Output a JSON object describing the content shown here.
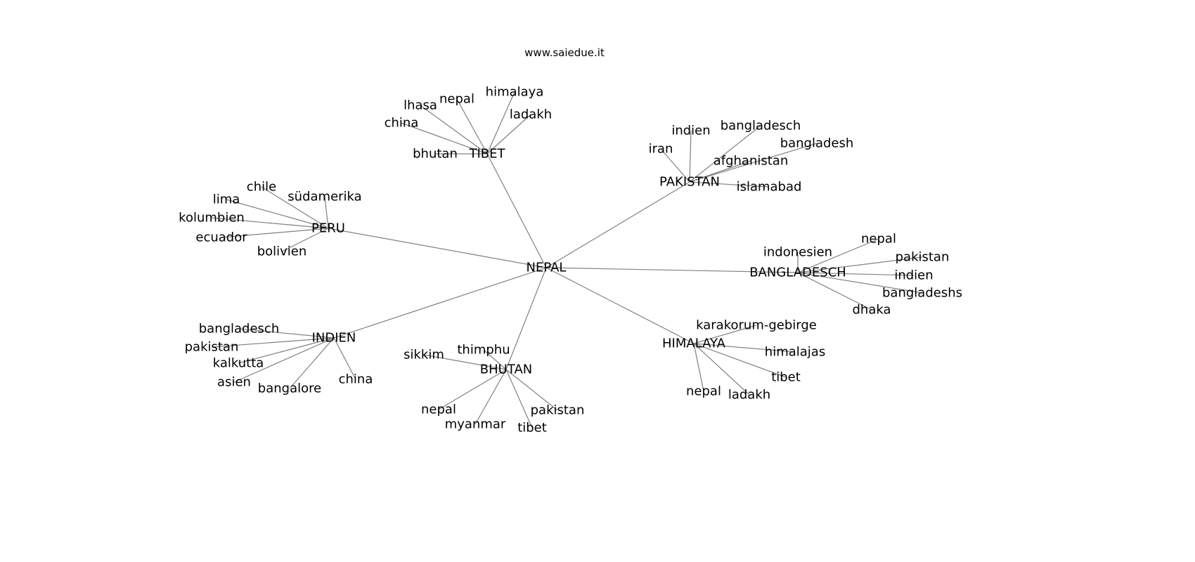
{
  "title": "www.saiedue.it",
  "hub": "NEPAL",
  "groups": [
    {
      "label": "TIBET",
      "children": [
        "lhasa",
        "nepal",
        "himalaya",
        "ladakh",
        "china",
        "bhutan"
      ]
    },
    {
      "label": "PAKISTAN",
      "children": [
        "iran",
        "indien",
        "bangladesch",
        "afghanistan",
        "bangladesh",
        "islamabad"
      ]
    },
    {
      "label": "PERU",
      "children": [
        "chile",
        "lima",
        "südamerika",
        "kolumbien",
        "ecuador",
        "bolivien"
      ]
    },
    {
      "label": "BANGLADESCH",
      "children": [
        "indonesien",
        "nepal",
        "pakistan",
        "indien",
        "bangladeshs",
        "dhaka"
      ]
    },
    {
      "label": "INDIEN",
      "children": [
        "bangladesch",
        "pakistan",
        "kalkutta",
        "asien",
        "bangalore",
        "china"
      ]
    },
    {
      "label": "BHUTAN",
      "children": [
        "sikkim",
        "thimphu",
        "nepal",
        "myanmar",
        "tibet",
        "pakistan"
      ]
    },
    {
      "label": "HIMALAYA",
      "children": [
        "karakorum-gebirge",
        "himalajas",
        "tibet",
        "nepal",
        "ladakh"
      ]
    }
  ]
}
